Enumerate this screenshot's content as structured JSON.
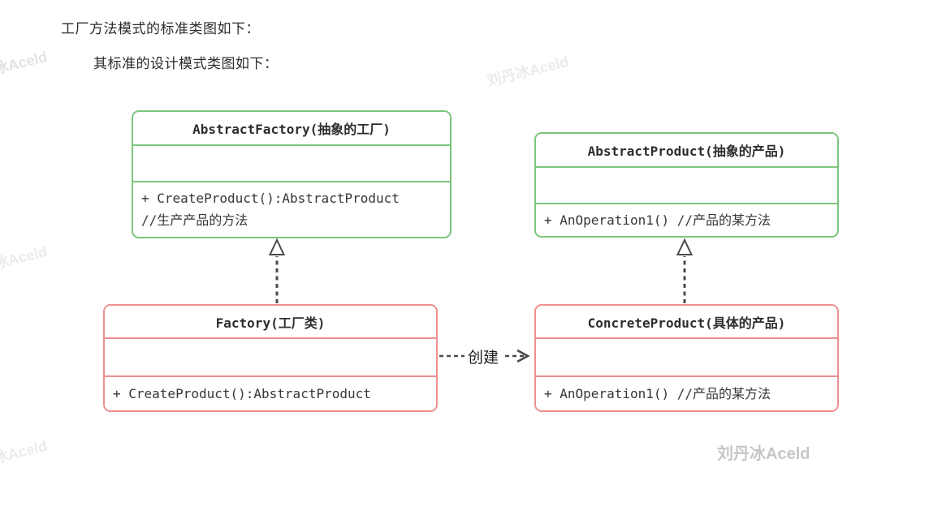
{
  "page": {
    "heading_line1": "工厂方法模式的标准类图如下：",
    "heading_line2": "其标准的设计模式类图如下："
  },
  "diagram": {
    "type": "uml-class-diagram",
    "classes": [
      {
        "name": "AbstractFactory",
        "title": "AbstractFactory(抽象的工厂)",
        "fields": "",
        "methods_line1": "+ CreateProduct():AbstractProduct",
        "methods_line2": "//生产产品的方法",
        "border_color": "#7cc67e",
        "stereotype": "abstract"
      },
      {
        "name": "AbstractProduct",
        "title": "AbstractProduct(抽象的产品)",
        "fields": "",
        "methods_line1": "+ AnOperation1() //产品的某方法",
        "border_color": "#7cc67e",
        "stereotype": "abstract"
      },
      {
        "name": "Factory",
        "title": "Factory(工厂类)",
        "fields": "",
        "methods_line1": "+ CreateProduct():AbstractProduct",
        "border_color": "#ec9090",
        "stereotype": "concrete"
      },
      {
        "name": "ConcreteProduct",
        "title": "ConcreteProduct(具体的产品)",
        "fields": "",
        "methods_line1": "+ AnOperation1() //产品的某方法",
        "border_color": "#ec9090",
        "stereotype": "concrete"
      }
    ],
    "relations": [
      {
        "type": "realization",
        "from": "Factory",
        "to": "AbstractFactory",
        "style": "dashed",
        "arrowhead": "hollow-triangle",
        "label": ""
      },
      {
        "type": "realization",
        "from": "ConcreteProduct",
        "to": "AbstractProduct",
        "style": "dashed",
        "arrowhead": "hollow-triangle",
        "label": ""
      },
      {
        "type": "dependency",
        "from": "Factory",
        "to": "ConcreteProduct",
        "style": "dashed",
        "arrowhead": "open",
        "label": "创建"
      }
    ],
    "colors": {
      "abstract_border": "#7cc67e",
      "concrete_border": "#ec9090",
      "line": "#4a4a4a",
      "title_text": "#2d2d2d",
      "method_text": "#363636"
    }
  },
  "watermarks": {
    "faint_text": "刘丹冰Aceld",
    "author_logo": "刘丹冰Aceld"
  }
}
